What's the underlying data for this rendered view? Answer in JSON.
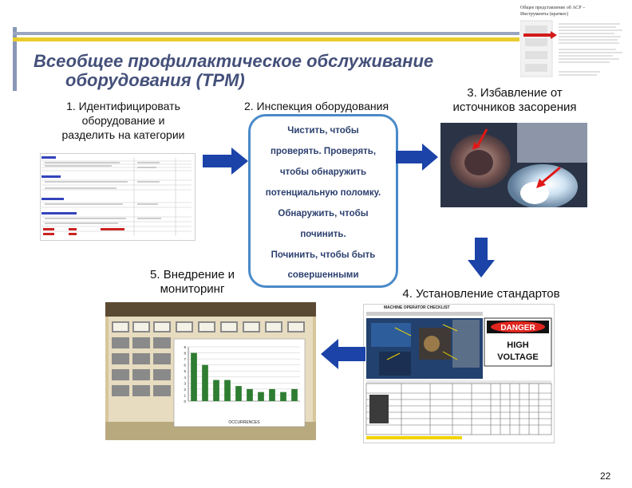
{
  "title": {
    "line1": "Всеобщее профилактическое обслуживание",
    "line2": "оборудования (TPM)"
  },
  "steps": {
    "step1": {
      "l1": "1. Идентифицировать",
      "l2": "оборудование и",
      "l3": "разделить на категории"
    },
    "step2": {
      "l1": "2. Инспекция оборудования"
    },
    "step3": {
      "l1": "3. Избавление от",
      "l2": "источников засорения"
    },
    "step4": {
      "l1": "4. Установление стандартов"
    },
    "step5": {
      "l1": "5. Внедрение и",
      "l2": "мониторинг"
    }
  },
  "center_box": {
    "lines": [
      "Чистить, чтобы",
      "проверять. Проверять,",
      "чтобы обнаружить",
      "потенциальную поломку.",
      "Обнаружить, чтобы",
      "починить.",
      "Починить, чтобы быть",
      "совершенными"
    ]
  },
  "corner": {
    "line1": "Общее представление об АСР –",
    "line2": "Инструменты (краткое)"
  },
  "danger_sign": {
    "danger": "DANGER",
    "high": "HIGH",
    "voltage": "VOLTAGE"
  },
  "checklist_header": "MACHINE OPERATOR CHECKLIST",
  "chart_data": {
    "type": "bar",
    "categories": [
      "",
      "",
      "",
      "",
      "",
      "",
      "",
      "",
      "",
      ""
    ],
    "values": [
      8,
      6,
      3.5,
      3.5,
      2.5,
      2,
      1.5,
      2,
      1.5,
      2
    ],
    "xlabel": "OCCURRENCES",
    "ylim": [
      0,
      9
    ],
    "yticks": [
      0,
      1,
      2,
      3,
      4,
      5,
      6,
      7,
      8,
      9
    ]
  },
  "page_number": "22",
  "colors": {
    "title": "#44507a",
    "arrow": "#1b43a8",
    "box_border": "#4a8ac9",
    "bar": "#2e7d32"
  }
}
